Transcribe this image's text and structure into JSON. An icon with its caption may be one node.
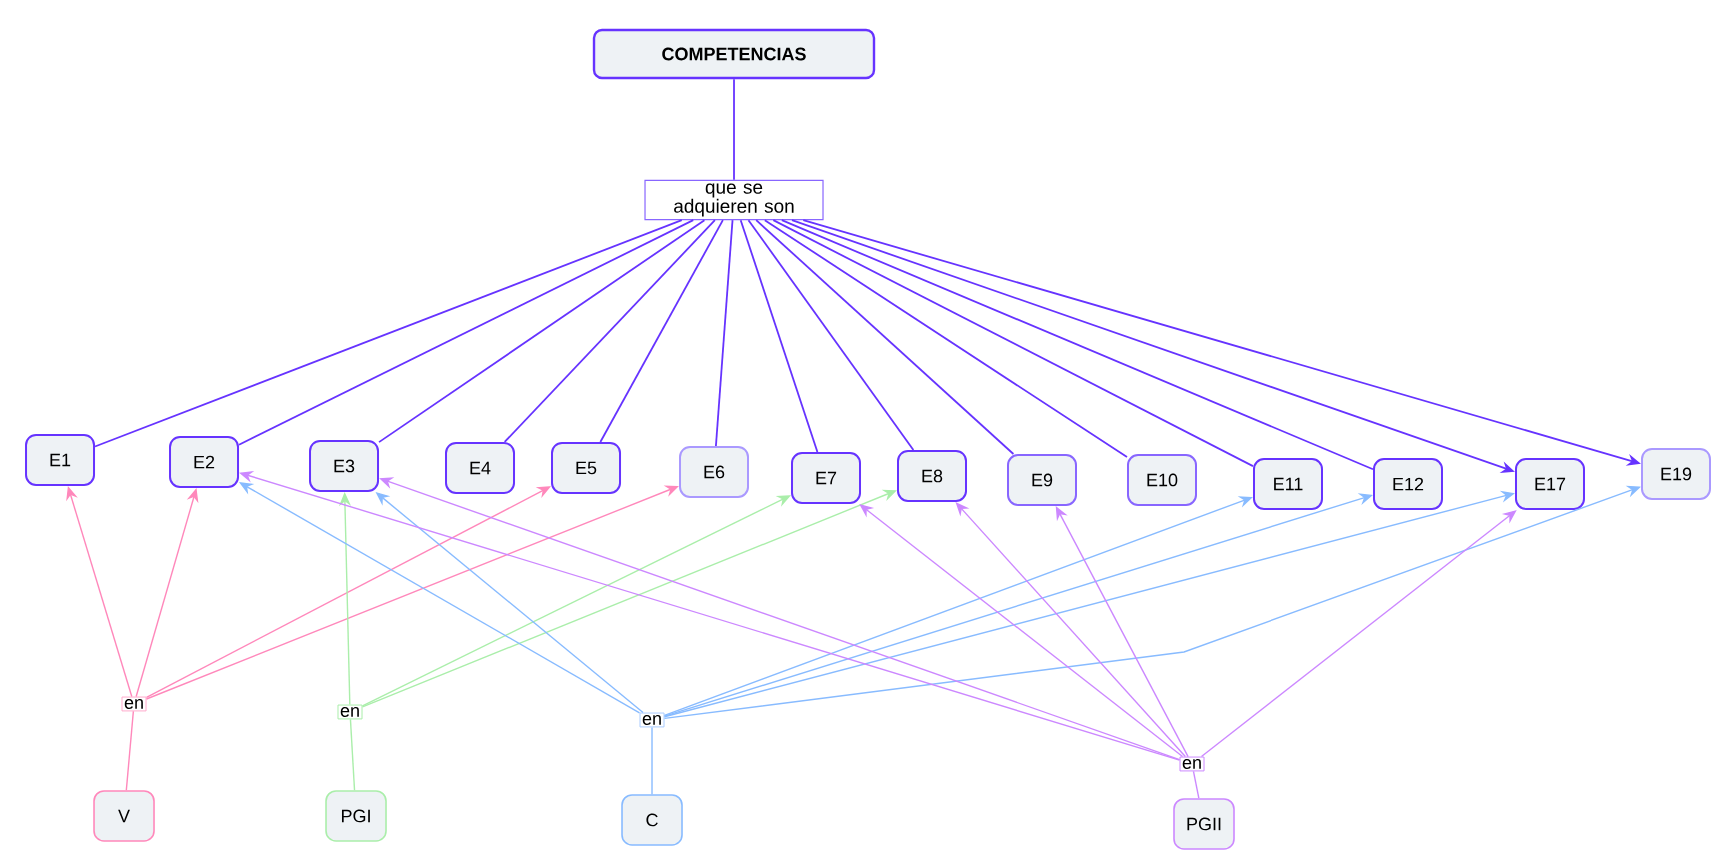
{
  "diagram": {
    "nodes": [
      {
        "text": [
          "COMPETENCIAS"
        ]
      },
      {
        "text": [
          "que se adquieren son"
        ]
      },
      {
        "text": [
          "E1"
        ]
      },
      {
        "text": [
          "E2"
        ]
      },
      {
        "text": [
          "E3"
        ]
      },
      {
        "text": [
          "E4"
        ]
      },
      {
        "text": [
          "E5"
        ]
      },
      {
        "text": [
          "E6"
        ]
      },
      {
        "text": [
          "E7"
        ]
      },
      {
        "text": [
          "E8"
        ]
      },
      {
        "text": [
          "E9"
        ]
      },
      {
        "text": [
          "E10"
        ]
      },
      {
        "text": [
          "E11"
        ]
      },
      {
        "text": [
          "E12"
        ]
      },
      {
        "text": [
          "E17"
        ]
      },
      {
        "text": [
          "E19"
        ]
      },
      {
        "text": [
          "en"
        ]
      },
      {
        "text": [
          "en"
        ]
      },
      {
        "text": [
          "en"
        ]
      },
      {
        "text": [
          "en"
        ]
      },
      {
        "text": [
          "V"
        ]
      },
      {
        "text": [
          "PGI"
        ]
      },
      {
        "text": [
          "C"
        ]
      },
      {
        "text": [
          "PGII"
        ]
      }
    ],
    "edges": [
      {
        "from": 0,
        "to": 1,
        "arrow": "none"
      },
      {
        "from": 1,
        "to": 2,
        "arrow": "none"
      },
      {
        "from": 1,
        "to": 3,
        "arrow": "none"
      },
      {
        "from": 1,
        "to": 4,
        "arrow": "none"
      },
      {
        "from": 1,
        "to": 5,
        "arrow": "none"
      },
      {
        "from": 1,
        "to": 6,
        "arrow": "none"
      },
      {
        "from": 1,
        "to": 7,
        "arrow": "none"
      },
      {
        "from": 1,
        "to": 8,
        "arrow": "none"
      },
      {
        "from": 1,
        "to": 9,
        "arrow": "none"
      },
      {
        "from": 1,
        "to": 10,
        "arrow": "none"
      },
      {
        "from": 1,
        "to": 11,
        "arrow": "none"
      },
      {
        "from": 1,
        "to": 12,
        "arrow": "none"
      },
      {
        "from": 1,
        "to": 13,
        "arrow": "none"
      },
      {
        "from": 1,
        "to": 14,
        "arrow": "to"
      },
      {
        "from": 1,
        "to": 15,
        "arrow": "to"
      },
      {
        "from": 20,
        "to": 16,
        "arrow": "none",
        "color": "#ff88bb"
      },
      {
        "from": 16,
        "to": 2,
        "arrow": "to",
        "color": "#ff88bb"
      },
      {
        "from": 16,
        "to": 3,
        "arrow": "to",
        "color": "#ff88bb"
      },
      {
        "from": 16,
        "to": 6,
        "arrow": "to",
        "color": "#ff88bb"
      },
      {
        "from": 16,
        "to": 7,
        "arrow": "to",
        "color": "#ff88bb"
      },
      {
        "from": 21,
        "to": 17,
        "arrow": "none",
        "color": "#aaeeaa"
      },
      {
        "from": 17,
        "to": 4,
        "arrow": "to",
        "color": "#aaeeaa"
      },
      {
        "from": 17,
        "to": 8,
        "arrow": "to",
        "color": "#aaeeaa"
      },
      {
        "from": 17,
        "to": 9,
        "arrow": "to",
        "color": "#aaeeaa"
      },
      {
        "from": 22,
        "to": 18,
        "arrow": "none",
        "color": "#88bbff"
      },
      {
        "from": 18,
        "to": 3,
        "arrow": "to",
        "color": "#88bbff"
      },
      {
        "from": 18,
        "to": 4,
        "arrow": "to",
        "color": "#88bbff"
      },
      {
        "from": 18,
        "to": 12,
        "arrow": "to",
        "color": "#88bbff"
      },
      {
        "from": 18,
        "to": 13,
        "arrow": "to",
        "color": "#88bbff"
      },
      {
        "from": 18,
        "to": 14,
        "arrow": "to",
        "color": "#88bbff"
      },
      {
        "from": 18,
        "to": 15,
        "arrow": "to",
        "color": "#88bbff"
      },
      {
        "from": 23,
        "to": 19,
        "arrow": "none",
        "color": "#cc88ff"
      },
      {
        "from": 19,
        "to": 3,
        "arrow": "to",
        "color": "#cc88ff"
      },
      {
        "from": 19,
        "to": 4,
        "arrow": "to",
        "color": "#cc88ff"
      },
      {
        "from": 19,
        "to": 8,
        "arrow": "to",
        "color": "#cc88ff"
      },
      {
        "from": 19,
        "to": 9,
        "arrow": "to",
        "color": "#cc88ff"
      },
      {
        "from": 19,
        "to": 10,
        "arrow": "to",
        "color": "#cc88ff"
      },
      {
        "from": 19,
        "to": 14,
        "arrow": "to",
        "color": "#cc88ff"
      }
    ]
  }
}
